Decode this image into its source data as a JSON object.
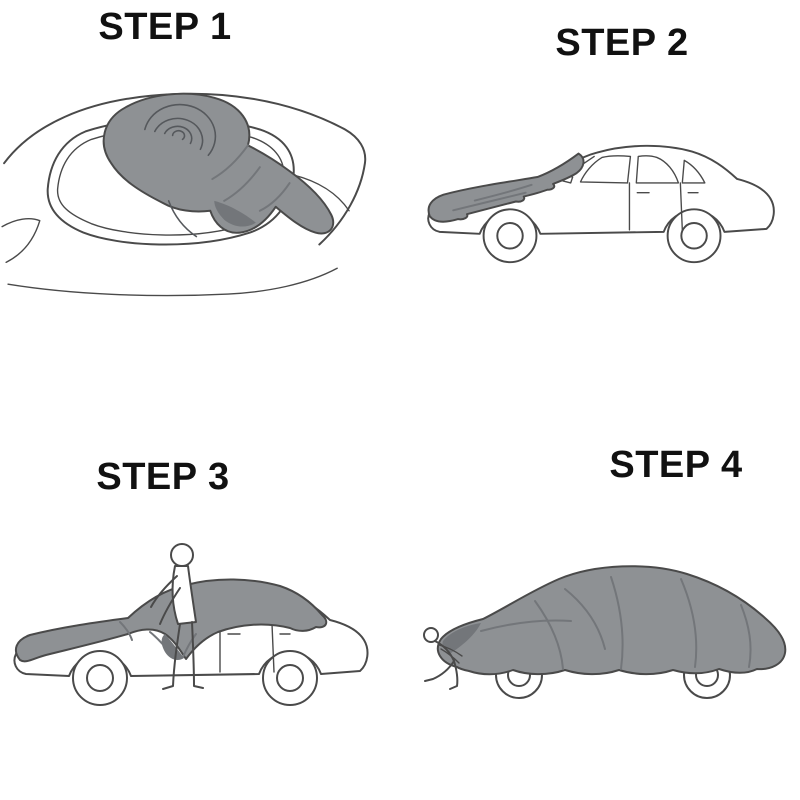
{
  "steps": [
    {
      "label": "STEP 1",
      "illustration": "rolled-cover-placed-on-car-roof"
    },
    {
      "label": "STEP 2",
      "illustration": "cover-spread-over-front-hood"
    },
    {
      "label": "STEP 3",
      "illustration": "person-unrolling-cover-over-car"
    },
    {
      "label": "STEP 4",
      "illustration": "car-fully-covered-adjusting-ends"
    }
  ],
  "colors": {
    "background": "#ffffff",
    "line": "#4a4a4a",
    "cover": "#8e9194",
    "cover_dark": "#73767a",
    "text": "#111111"
  }
}
